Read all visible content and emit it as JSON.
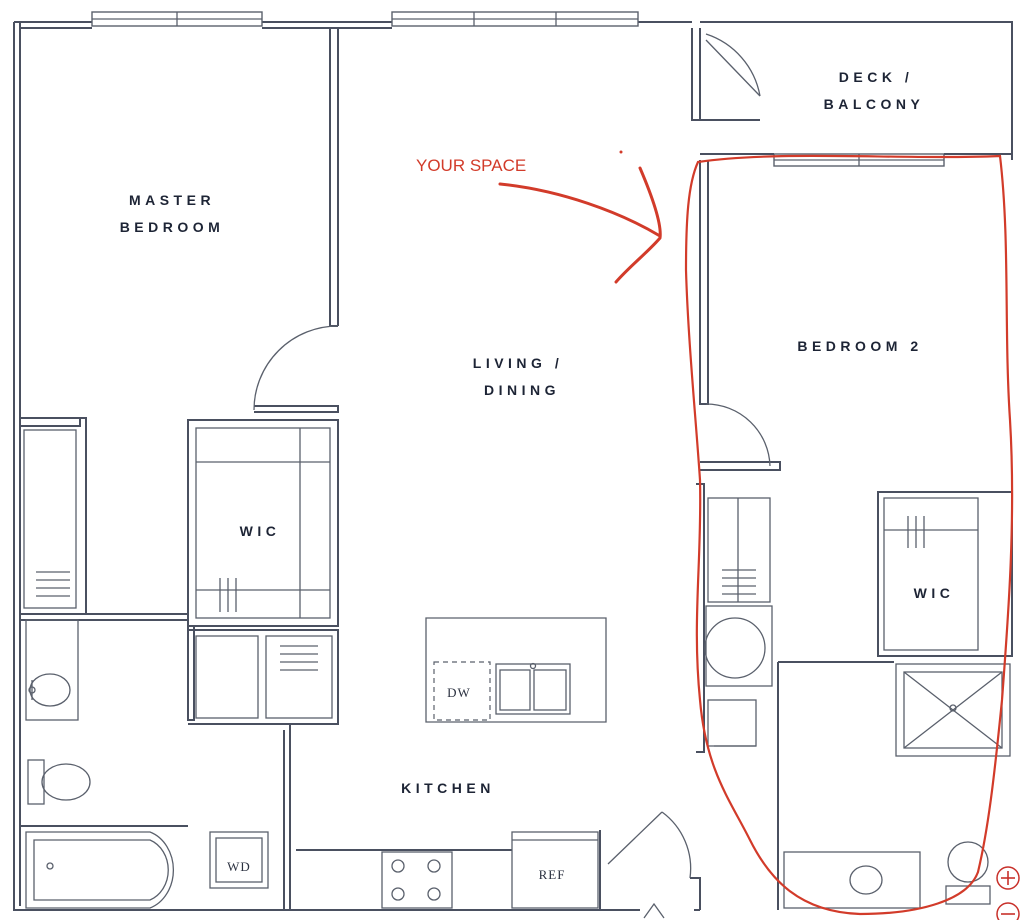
{
  "rooms": {
    "master_bedroom": [
      "MASTER",
      "BEDROOM"
    ],
    "living_dining": [
      "LIVING /",
      "DINING"
    ],
    "deck_balcony": [
      "DECK /",
      "BALCONY"
    ],
    "bedroom_2": "BEDROOM 2",
    "wic_1": "WIC",
    "wic_2": "WIC",
    "kitchen": "KITCHEN"
  },
  "appliances": {
    "dishwasher": "DW",
    "washer_dryer": "WD",
    "refrigerator": "REF"
  },
  "annotation": {
    "text": "YOUR SPACE",
    "color": "#d23b2a"
  },
  "controls": {
    "zoom_in": "zoom-in-icon",
    "zoom_out": "zoom-out-icon"
  },
  "colors": {
    "wall": "#4a5060",
    "label": "#1d2435"
  }
}
